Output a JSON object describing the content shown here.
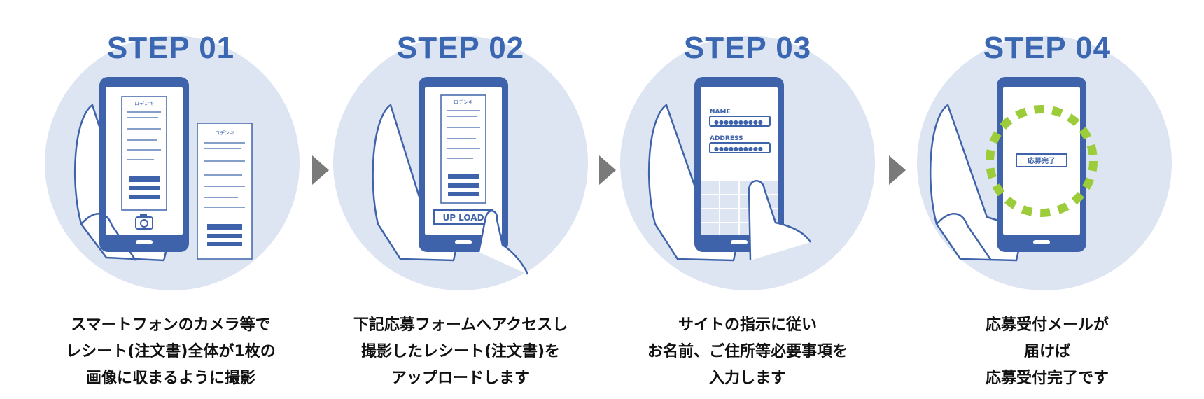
{
  "colors": {
    "accent_blue": "#3a66b2",
    "circle_bg": "#dde5f3",
    "phone_frame": "#3f63aa",
    "check_green": "#9ccc3a",
    "arrow_gray": "#7a7a7a"
  },
  "steps": [
    {
      "title": "STEP 01",
      "lines": [
        "スマートフォンのカメラ等で",
        "レシート(注文書)全体が1枚の",
        "画像に収まるように撮影"
      ],
      "receipt_header": "ロデンキ",
      "receipt_icon": "camera-icon"
    },
    {
      "title": "STEP 02",
      "lines": [
        "下記応募フォームへアクセスし",
        "撮影したレシート(注文書)を",
        "アップロードします"
      ],
      "receipt_header": "ロデンキ",
      "upload_label": "UP LOAD"
    },
    {
      "title": "STEP 03",
      "lines": [
        "サイトの指示に従い",
        "お名前、ご住所等必要事項を",
        "入力します"
      ],
      "field_name_label": "NAME",
      "field_address_label": "ADDRESS",
      "field_mask": "●●●●●●●●●●",
      "field_mask2": "●●●●●●●●●●"
    },
    {
      "title": "STEP 04",
      "lines": [
        "応募受付メールが",
        "届けば",
        "応募受付完了です"
      ],
      "complete_label": "応募完了"
    }
  ]
}
